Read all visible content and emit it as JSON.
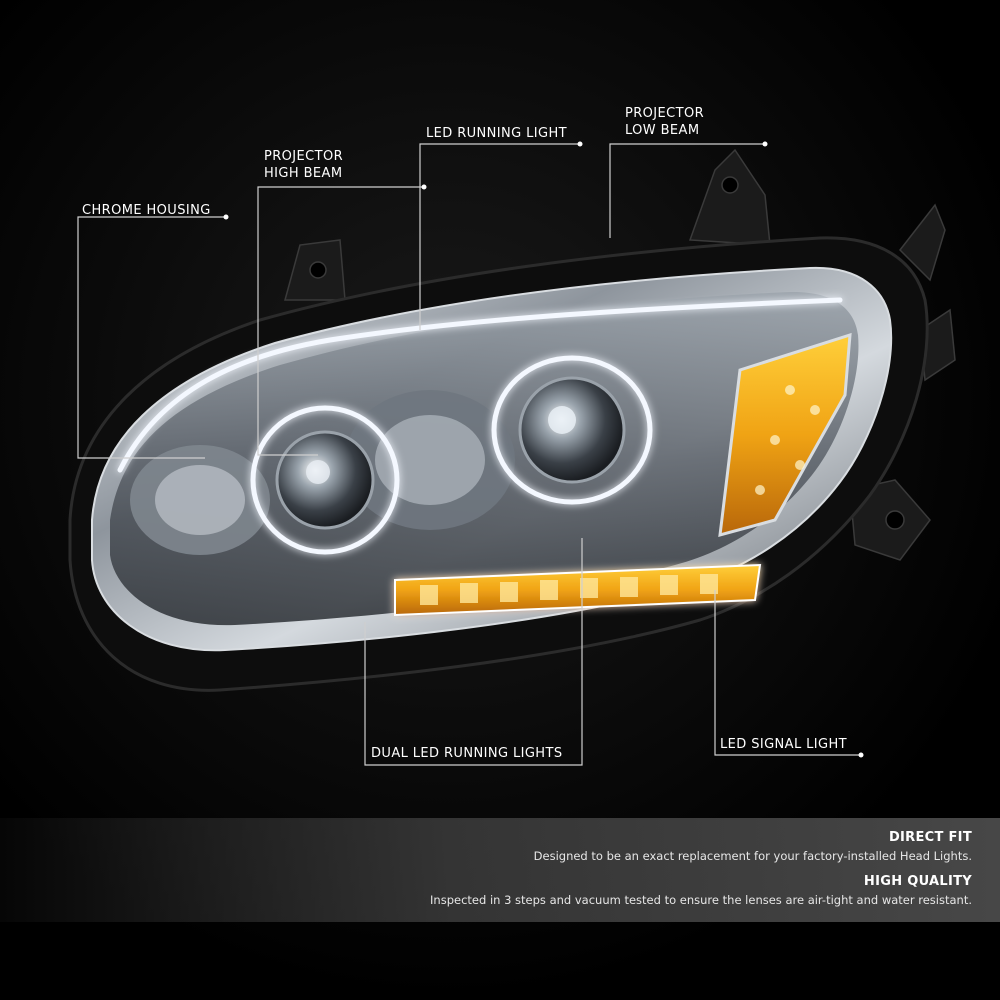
{
  "callouts": {
    "chrome_housing": "CHROME HOUSING",
    "projector_high_beam_l1": "PROJECTOR",
    "projector_high_beam_l2": "HIGH BEAM",
    "led_running_light": "LED RUNNING LIGHT",
    "projector_low_beam_l1": "PROJECTOR",
    "projector_low_beam_l2": "LOW BEAM",
    "dual_led_running_lights": "DUAL LED RUNNING LIGHTS",
    "led_signal_light": "LED SIGNAL LIGHT"
  },
  "features": [
    {
      "title": "DIRECT FIT",
      "description": "Designed to be an exact replacement for your factory-installed Head Lights."
    },
    {
      "title": "HIGH QUALITY",
      "description": "Inspected in 3 steps and vacuum tested to ensure the lenses are air-tight and water resistant."
    }
  ],
  "colors": {
    "background": "#000000",
    "amber": "#e89a10",
    "led_white": "#f4f8ff",
    "chrome": "#b9c0c8"
  }
}
